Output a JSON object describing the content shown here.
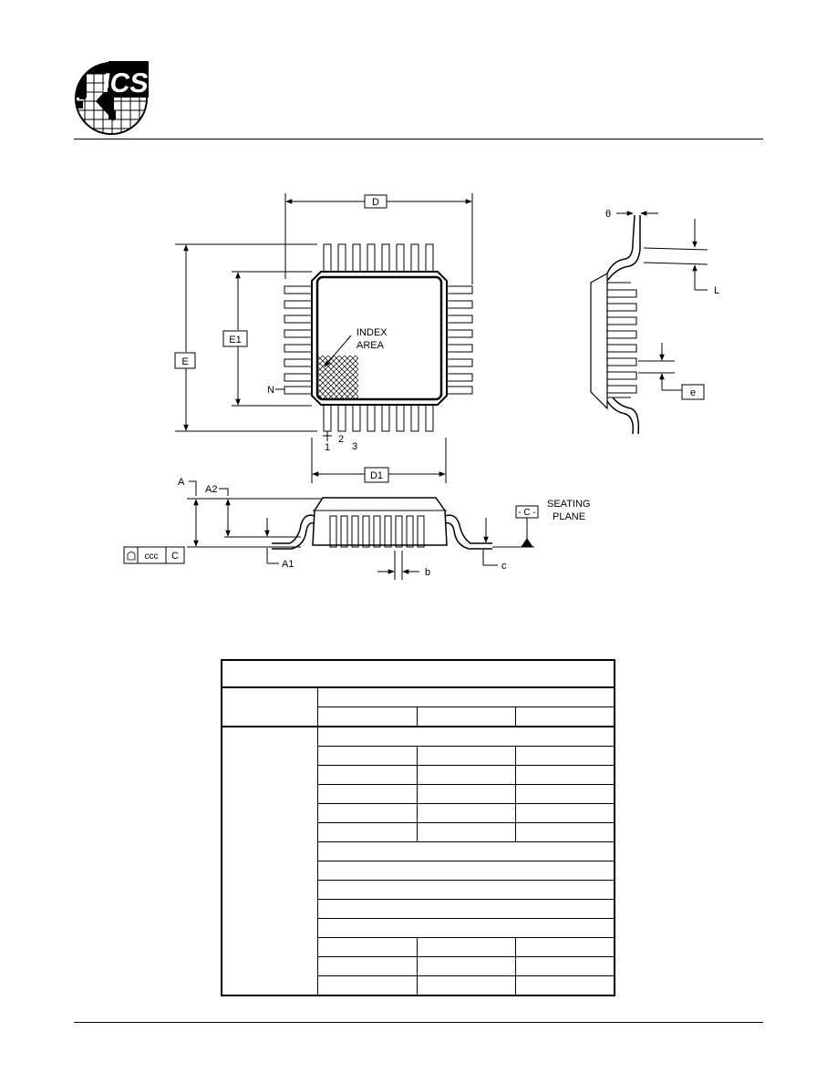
{
  "logo": {
    "text": "ICS"
  },
  "diagram": {
    "dim_labels": {
      "D": "D",
      "D1": "D1",
      "E": "E",
      "E1": "E1",
      "A": "A",
      "A2": "A2",
      "A1": "A1",
      "b": "b",
      "c": "c",
      "L": "L",
      "theta": "θ",
      "e": "e",
      "C": "C"
    },
    "index_area": [
      "INDEX",
      "AREA"
    ],
    "pin_labels": {
      "N": "N",
      "p1": "1",
      "p2": "2",
      "p3": "3"
    },
    "datum": "- C -",
    "seating_plane": [
      "SEATING",
      "PLANE"
    ],
    "tolerance_frame": {
      "ccc": "ccc",
      "datum": "C"
    }
  },
  "table": {
    "columns": 3
  }
}
